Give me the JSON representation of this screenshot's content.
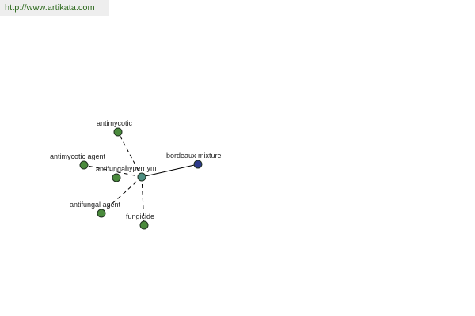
{
  "url": "http://www.artikata.com",
  "colors": {
    "url_text": "#2f6b1f",
    "url_background": "#eeeeee",
    "node_leaf": "#4a8a3c",
    "node_center": "#4f8f82",
    "node_hypernym": "#2d3a8c",
    "node_stroke": "#1f2f1f",
    "edge": "#000000"
  },
  "graph": {
    "center": {
      "id": "antifungal",
      "label": "antifungal"
    },
    "relation_label": "hypernym",
    "nodes": [
      {
        "id": "antimycotic",
        "label": "antimycotic",
        "kind": "synonym"
      },
      {
        "id": "antimycotic-agent",
        "label": "antimycotic agent",
        "kind": "synonym"
      },
      {
        "id": "antifungal-agent",
        "label": "antifungal agent",
        "kind": "synonym"
      },
      {
        "id": "fungicide",
        "label": "fungicide",
        "kind": "synonym"
      },
      {
        "id": "bordeaux-mixture",
        "label": "bordeaux mixture",
        "kind": "hypernym"
      }
    ],
    "edges": [
      {
        "from": "antifungal",
        "to": "antimycotic",
        "style": "dashed"
      },
      {
        "from": "antifungal",
        "to": "antimycotic-agent",
        "style": "dashed"
      },
      {
        "from": "antifungal",
        "to": "antifungal-agent",
        "style": "dashed"
      },
      {
        "from": "antifungal",
        "to": "fungicide",
        "style": "dashed"
      },
      {
        "from": "antifungal",
        "to": "bordeaux-mixture",
        "style": "solid"
      }
    ]
  }
}
